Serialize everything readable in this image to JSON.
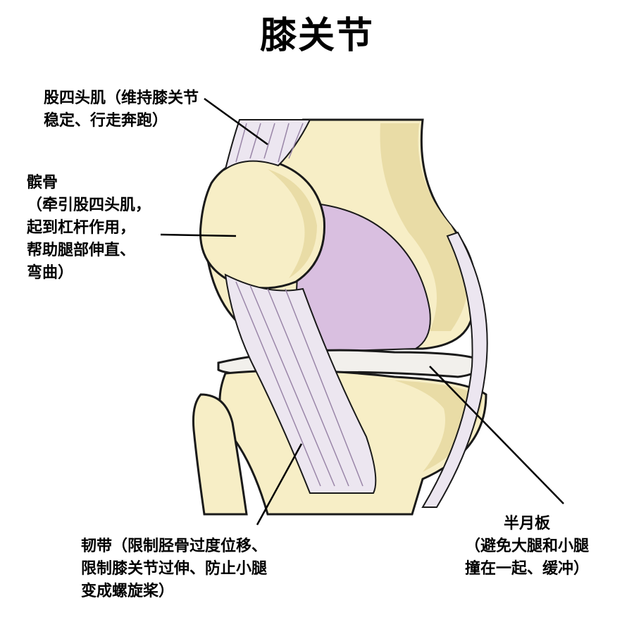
{
  "title": "膝关节",
  "labels": {
    "quadriceps": [
      "股四头肌（维持膝关节",
      "稳定、行走奔跑）"
    ],
    "patella": [
      "髌骨",
      "（牵引股四头肌，",
      "起到杠杆作用，",
      "帮助腿部伸直、",
      "弯曲）"
    ],
    "ligament": [
      "韧带（限制胫骨过度位移、",
      "限制膝关节过伸、防止小腿",
      "变成螺旋桨）"
    ],
    "meniscus": [
      "半月板",
      "（避免大腿和小腿",
      "撞在一起、缓冲）"
    ]
  },
  "colors": {
    "bone": "#f7eec6",
    "bone_shade": "#e9dca6",
    "cartilage": "#d9bfe0",
    "ligament": "#ece6f0",
    "outline": "#1a1a1a"
  }
}
